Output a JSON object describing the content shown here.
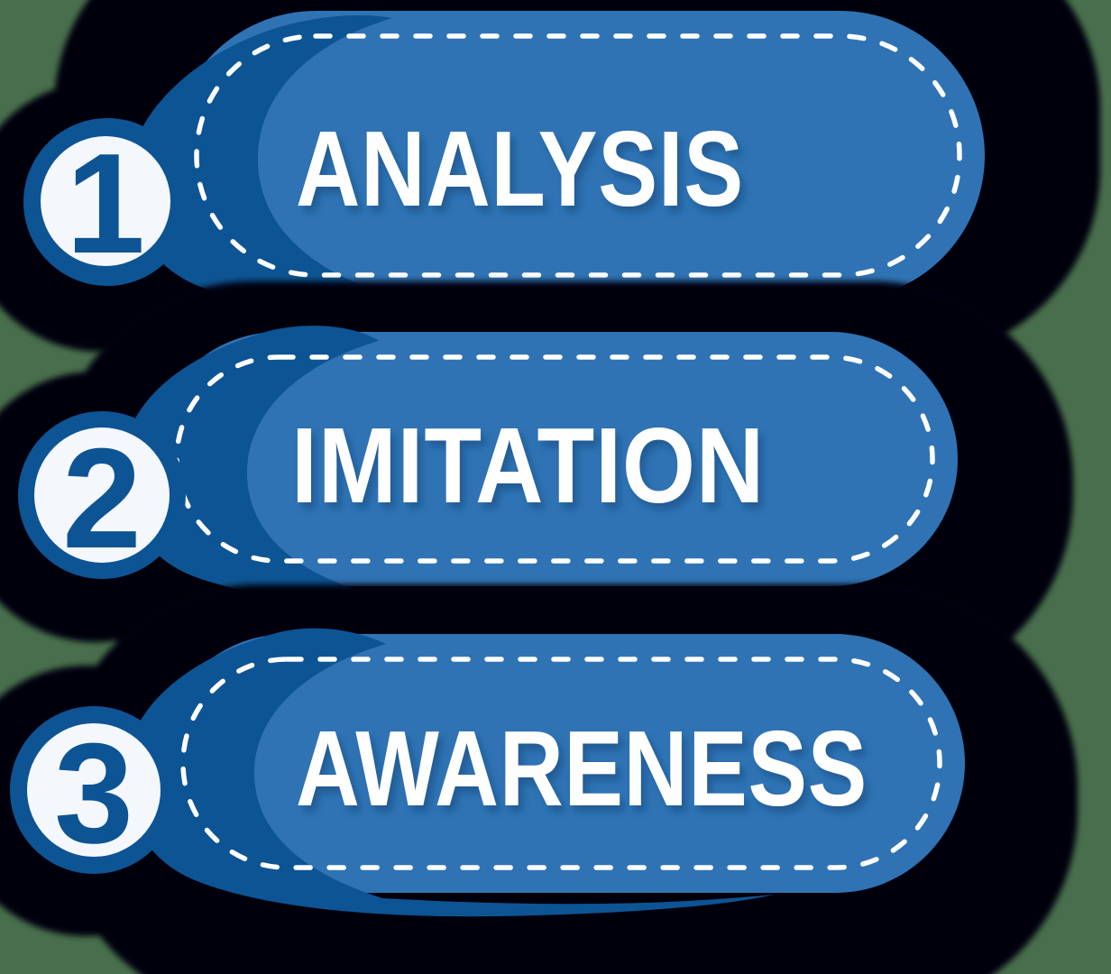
{
  "title": "Three step process infographic",
  "background_color": "#486e4e",
  "palette": {
    "shadow_black": "#050608",
    "pill_blue": "#2f73b4",
    "dark_blue": "#0d5494",
    "badge_white": "#f4f7fb",
    "dash_white": "#ffffff",
    "label_white": "#fefefe",
    "label_shadow": "#17487c"
  },
  "steps": [
    {
      "number": "1",
      "label": "ANALYSIS",
      "text_length": 497
    },
    {
      "number": "2",
      "label": "IMITATION",
      "text_length": 525
    },
    {
      "number": "3",
      "label": "AWARENESS",
      "text_length": 634
    }
  ]
}
